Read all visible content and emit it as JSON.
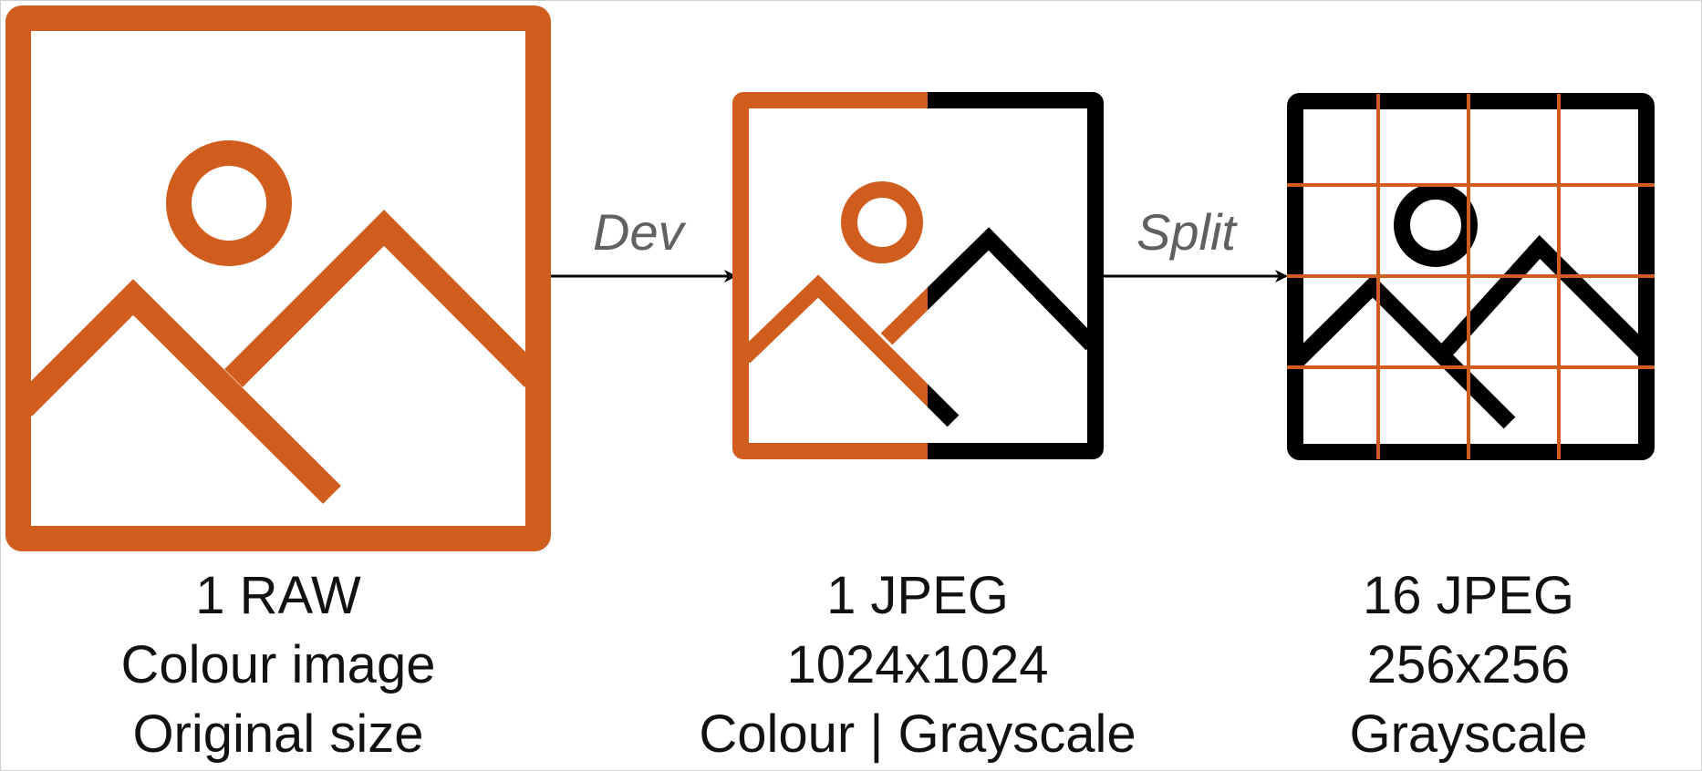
{
  "colors": {
    "accent": "#D05C1E",
    "dark": "#000000",
    "label": "#606060"
  },
  "nodes": [
    {
      "icon": "raw-image-icon",
      "lines": [
        "1 RAW",
        "Colour image",
        "Original size"
      ]
    },
    {
      "icon": "jpeg-image-icon",
      "lines": [
        "1 JPEG",
        "1024x1024",
        "Colour | Grayscale"
      ]
    },
    {
      "icon": "split-image-grid-icon",
      "lines": [
        "16 JPEG",
        "256x256",
        "Grayscale"
      ]
    }
  ],
  "edges": [
    {
      "label": "Dev"
    },
    {
      "label": "Split"
    }
  ]
}
